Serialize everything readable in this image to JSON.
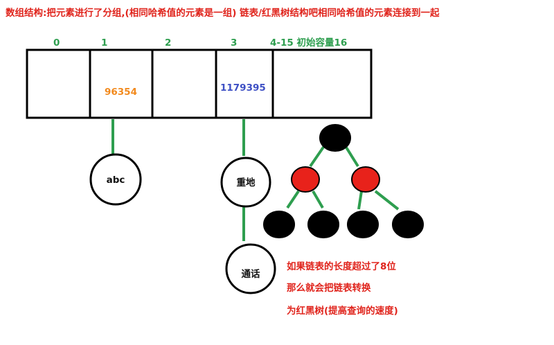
{
  "heading": "数组结构:把元素进行了分组,(相同哈希值的元素是一组) 链表/红黑树结构吧相同哈希值的元素连接到一起",
  "buckets": [
    {
      "index": "0",
      "hash": ""
    },
    {
      "index": "1",
      "hash": "96354"
    },
    {
      "index": "2",
      "hash": ""
    },
    {
      "index": "3",
      "hash": "1179395"
    },
    {
      "index": "4-15 初始容量16",
      "hash": ""
    }
  ],
  "chain_nodes": [
    {
      "label": "abc",
      "bucket": "1"
    },
    {
      "label": "重地",
      "bucket": "3"
    },
    {
      "label": "通话",
      "bucket": "3"
    }
  ],
  "note_lines": [
    "如果链表的长度超过了8位",
    "那么就会把链表转换",
    "为红黑树(提高查询的速度)"
  ],
  "colors": {
    "heading": "#e0241c",
    "index": "#2e9e4f",
    "hash_bucket_1": "#f28a1e",
    "hash_bucket_3": "#3d4fc4",
    "connector": "#2e9e4f",
    "tree_red": "#e8221b",
    "tree_black": "#000000",
    "note": "#e0241c"
  },
  "tree": {
    "levels": [
      [
        "black"
      ],
      [
        "red",
        "red"
      ],
      [
        "black",
        "black",
        "black",
        "black"
      ]
    ]
  }
}
